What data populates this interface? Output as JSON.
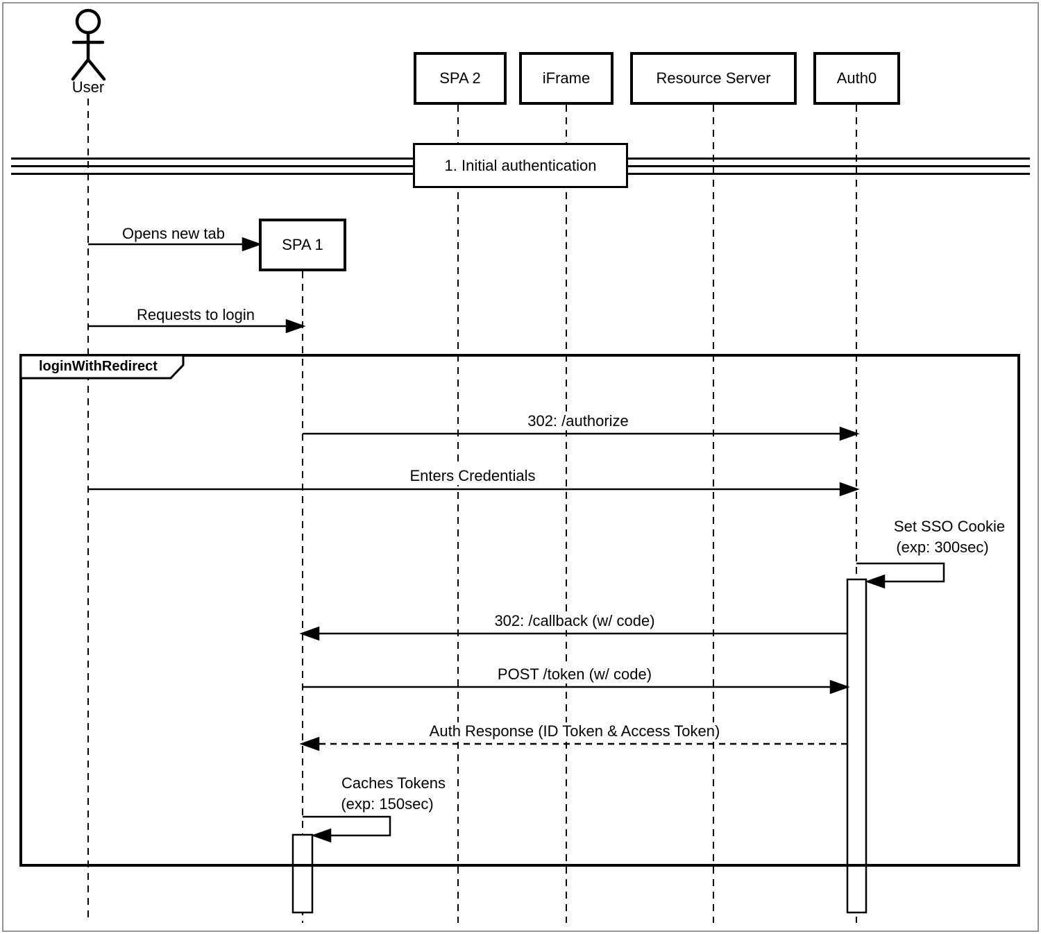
{
  "page": {
    "background": "#ffffff",
    "outer_border_color": "#949494",
    "line_color": "#000000"
  },
  "actors": {
    "user": {
      "label": "User"
    },
    "spa1": {
      "label": "SPA 1"
    },
    "spa2": {
      "label": "SPA 2"
    },
    "iframe": {
      "label": "iFrame"
    },
    "resource_server": {
      "label": "Resource Server"
    },
    "auth0": {
      "label": "Auth0"
    }
  },
  "banner": {
    "label": "1. Initial authentication"
  },
  "frame": {
    "label": "loginWithRedirect"
  },
  "messages": {
    "opens_new_tab": {
      "label": "Opens new tab"
    },
    "requests_to_login": {
      "label": "Requests to login"
    },
    "authorize_302": {
      "label": "302: /authorize"
    },
    "enters_credentials": {
      "label": "Enters Credentials"
    },
    "set_sso_cookie": {
      "line1": "Set SSO Cookie",
      "line2": "(exp: 300sec)"
    },
    "callback_302": {
      "label": "302: /callback (w/ code)"
    },
    "post_token": {
      "label": "POST /token (w/ code)"
    },
    "auth_response": {
      "label": "Auth Response (ID Token & Access Token)"
    },
    "caches_tokens": {
      "line1": "Caches Tokens",
      "line2": "(exp: 150sec)"
    }
  }
}
